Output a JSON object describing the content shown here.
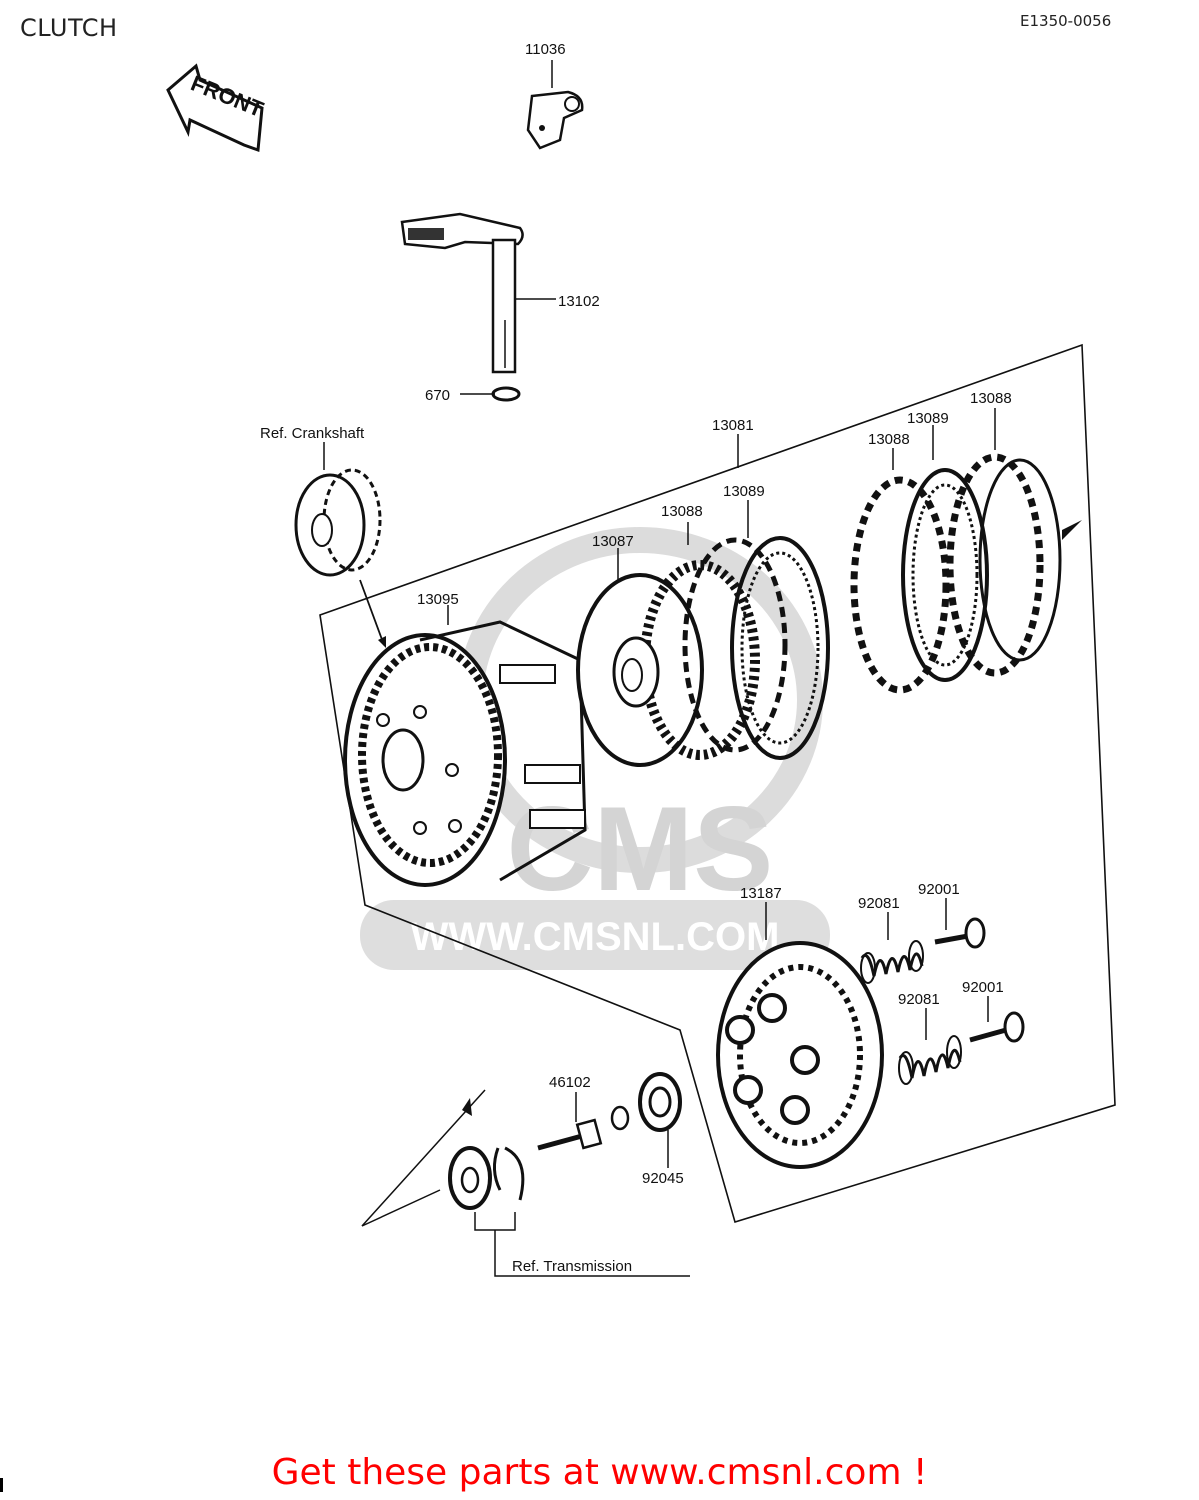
{
  "header": {
    "title": "CLUTCH",
    "diagram_code": "E1350-0056"
  },
  "orientation_arrow": {
    "label": "FRONT"
  },
  "watermark": {
    "brand": "CMS",
    "url": "WWW.CMSNL.COM"
  },
  "parts": {
    "p11036": "11036",
    "p13102": "13102",
    "p670": "670",
    "p13081": "13081",
    "p13088_top": "13088",
    "p13089_top": "13089",
    "p13088_mid": "13088",
    "p13089_mid": "13089",
    "p13088_low": "13088",
    "p13087": "13087",
    "p13095": "13095",
    "p13187": "13187",
    "p92081_a": "92081",
    "p92001_a": "92001",
    "p92081_b": "92081",
    "p92001_b": "92001",
    "p46102": "46102",
    "p92045": "92045"
  },
  "references": {
    "crankshaft": "Ref. Crankshaft",
    "transmission": "Ref. Transmission"
  },
  "footer": {
    "link_text": "Get these parts at www.cmsnl.com !"
  },
  "colors": {
    "line": "#111111",
    "watermark": "#d9d9d9",
    "footer": "#ff0000"
  }
}
